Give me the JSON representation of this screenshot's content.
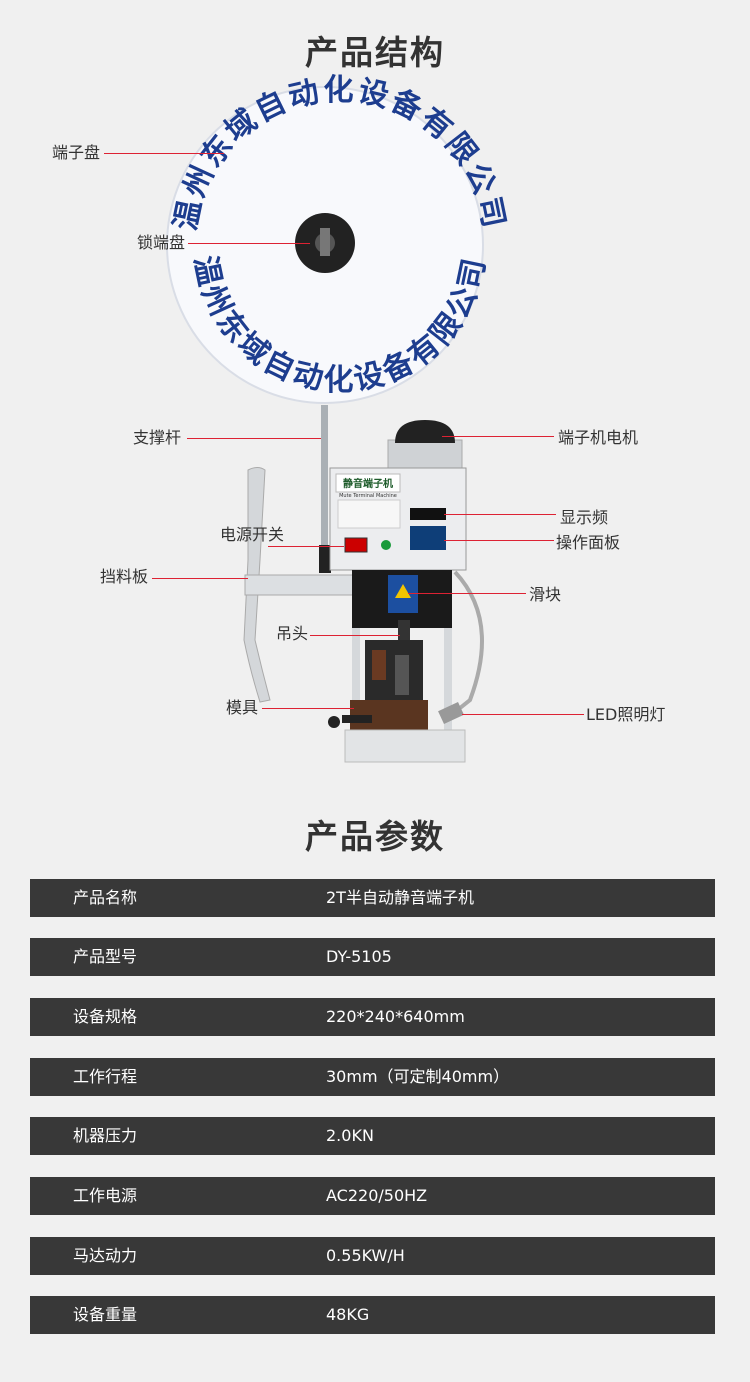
{
  "section1_title": "产品结构",
  "section2_title": "产品参数",
  "disc_text_top": "温州东域自动化设备有限公司",
  "disc_text_bottom": "温州东域自动化设备有限公司",
  "machine_label": "静音端子机",
  "machine_label_en": "Mute Terminal Machine",
  "labels": {
    "terminal_disc": "端子盘",
    "lock_disc": "锁端盘",
    "support_rod": "支撑杆",
    "power_switch": "电源开关",
    "baffle": "挡料板",
    "hanging_head": "吊头",
    "mold": "模具",
    "motor": "端子机电机",
    "display": "显示频",
    "panel": "操作面板",
    "slider": "滑块",
    "led_light": "LED照明灯"
  },
  "params": [
    {
      "key": "产品名称",
      "value": "2T半自动静音端子机"
    },
    {
      "key": "产品型号",
      "value": "DY-5105"
    },
    {
      "key": "设备规格",
      "value": "220*240*640mm"
    },
    {
      "key": "工作行程",
      "value": "30mm（可定制40mm）"
    },
    {
      "key": "机器压力",
      "value": "2.0KN"
    },
    {
      "key": "工作电源",
      "value": "AC220/50HZ"
    },
    {
      "key": "马达动力",
      "value": "0.55KW/H"
    },
    {
      "key": "设备重量",
      "value": "48KG"
    }
  ],
  "colors": {
    "accent_line": "#dd2233",
    "disc_text": "#1d3d8f",
    "row_bg": "#383838"
  }
}
